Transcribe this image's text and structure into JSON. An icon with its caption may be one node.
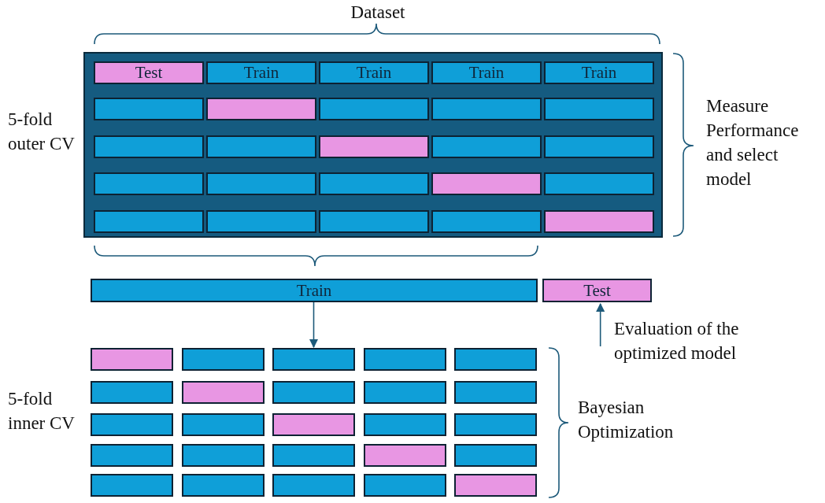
{
  "diagram": {
    "nodes": [
      {
        "text": [],
        "shape": "box"
      },
      {
        "text": [
          "Test"
        ],
        "in": 0
      },
      {
        "text": [
          "Train"
        ],
        "in": 0
      },
      {
        "text": [
          "Train"
        ],
        "in": 0
      },
      {
        "text": [
          "Train"
        ],
        "in": 0
      },
      {
        "text": [
          "Train"
        ],
        "in": 0
      },
      {
        "text": [],
        "shape": "box",
        "in": 0
      },
      {
        "text": [],
        "shape": "box",
        "in": 0
      },
      {
        "text": [],
        "shape": "box",
        "in": 0
      },
      {
        "text": [],
        "shape": "box",
        "in": 0
      },
      {
        "text": [],
        "shape": "box",
        "in": 0
      },
      {
        "text": [],
        "shape": "box",
        "in": 0
      },
      {
        "text": [],
        "shape": "box",
        "in": 0
      },
      {
        "text": [],
        "shape": "box",
        "in": 0
      },
      {
        "text": [],
        "shape": "box",
        "in": 0
      },
      {
        "text": [],
        "shape": "box",
        "in": 0
      },
      {
        "text": [],
        "shape": "box",
        "in": 0
      },
      {
        "text": [],
        "shape": "box",
        "in": 0
      },
      {
        "text": [],
        "shape": "box",
        "in": 0
      },
      {
        "text": [],
        "shape": "box",
        "in": 0
      },
      {
        "text": [],
        "shape": "box",
        "in": 0
      },
      {
        "text": [],
        "shape": "box",
        "in": 0
      },
      {
        "text": [],
        "shape": "box",
        "in": 0
      },
      {
        "text": [],
        "shape": "box",
        "in": 0
      },
      {
        "text": [],
        "shape": "box",
        "in": 0
      },
      {
        "text": [],
        "shape": "box",
        "in": 0
      },
      {
        "text": [
          "Train"
        ]
      },
      {
        "text": [
          "Test"
        ]
      },
      {
        "text": [],
        "shape": "box"
      },
      {
        "text": [],
        "shape": "box"
      },
      {
        "text": [],
        "shape": "box"
      },
      {
        "text": [],
        "shape": "box"
      },
      {
        "text": [],
        "shape": "box"
      },
      {
        "text": [],
        "shape": "box"
      },
      {
        "text": [],
        "shape": "box"
      },
      {
        "text": [],
        "shape": "box"
      },
      {
        "text": [],
        "shape": "box"
      },
      {
        "text": [],
        "shape": "box"
      },
      {
        "text": [],
        "shape": "box"
      },
      {
        "text": [],
        "shape": "box"
      },
      {
        "text": [],
        "shape": "box"
      },
      {
        "text": [],
        "shape": "box"
      },
      {
        "text": [],
        "shape": "box"
      },
      {
        "text": [],
        "shape": "box"
      },
      {
        "text": [],
        "shape": "box"
      },
      {
        "text": [],
        "shape": "box"
      },
      {
        "text": [],
        "shape": "box"
      },
      {
        "text": [],
        "shape": "box"
      },
      {
        "text": [],
        "shape": "box"
      },
      {
        "text": [],
        "shape": "box"
      },
      {
        "text": [],
        "shape": "box"
      },
      {
        "text": [],
        "shape": "box"
      },
      {
        "text": [],
        "shape": "box"
      }
    ],
    "edges": [
      {
        "from": 26,
        "to": 30,
        "arrow": "to"
      },
      {
        "from": null,
        "to": 27,
        "arrow": "to"
      }
    ],
    "labels": [
      "Dataset",
      "5-fold outer CV",
      "Measure Performance and select model",
      "Evaluation of the optimized model",
      "5-fold inner CV",
      "Bayesian Optimization"
    ]
  }
}
